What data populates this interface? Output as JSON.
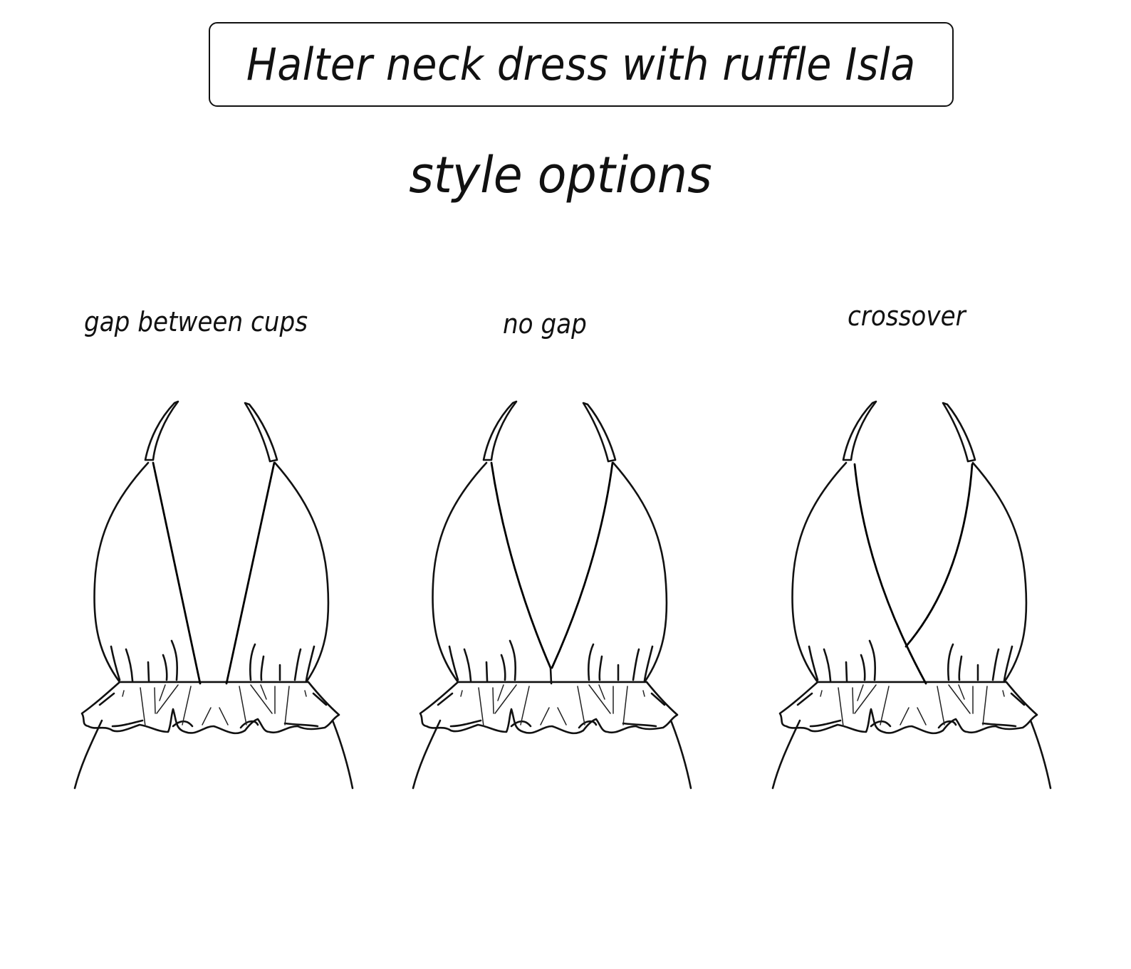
{
  "header": {
    "title": "Halter neck dress with ruffle Isla",
    "subtitle": "style options"
  },
  "options": [
    {
      "label": "gap between cups",
      "neckline": "gap"
    },
    {
      "label": "no gap",
      "neckline": "v"
    },
    {
      "label": "crossover",
      "neckline": "crossover"
    }
  ],
  "colors": {
    "line": "#111111",
    "background": "#ffffff"
  }
}
